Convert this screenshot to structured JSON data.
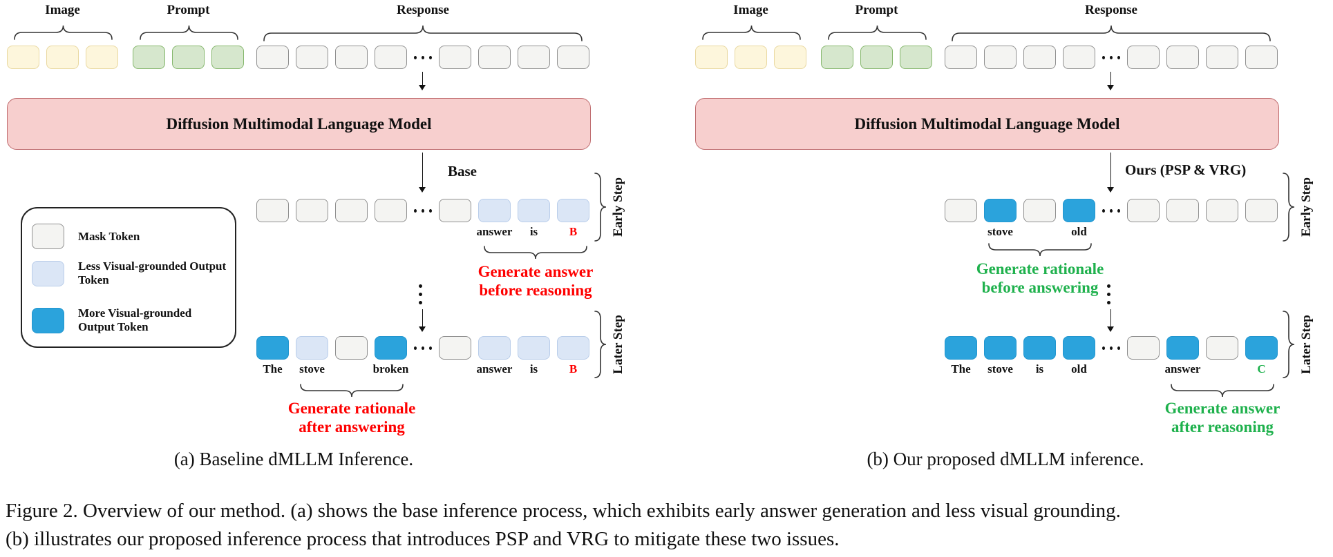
{
  "colors": {
    "mask_fill": "#f4f4f2",
    "mask_border": "#8f8f8f",
    "less_fill": "#dbe6f6",
    "less_border": "#b9cdea",
    "more_fill": "#2ba3dc",
    "more_border": "#2296cf",
    "image_fill": "#fdf6dc",
    "image_border": "#e9d8a0",
    "prompt_fill": "#d6e7cd",
    "prompt_border": "#85b76c",
    "model_fill": "#f7cfce",
    "model_border": "#bf6b6e",
    "red": "#fe0000",
    "green": "#1fb14d"
  },
  "legend": {
    "items": [
      {
        "swatch": "mask",
        "label": "Mask Token"
      },
      {
        "swatch": "less",
        "label": "Less Visual-grounded Output Token"
      },
      {
        "swatch": "more",
        "label": "More Visual-grounded Output Token"
      }
    ]
  },
  "panels": {
    "a": {
      "image_label": "Image",
      "prompt_label": "Prompt",
      "response_label": "Response",
      "image_row": [
        {
          "type": "image"
        },
        {
          "type": "image"
        },
        {
          "type": "image"
        }
      ],
      "prompt_row": [
        {
          "type": "prompt"
        },
        {
          "type": "prompt"
        },
        {
          "type": "prompt"
        }
      ],
      "response_row": [
        {
          "type": "mask"
        },
        {
          "type": "mask"
        },
        {
          "type": "mask"
        },
        {
          "type": "mask"
        },
        {
          "type": "dots"
        },
        {
          "type": "mask"
        },
        {
          "type": "mask"
        },
        {
          "type": "mask"
        },
        {
          "type": "mask"
        }
      ],
      "model_label": "Diffusion Multimodal Language Model",
      "variant_label": "Base",
      "early_step_label": "Early Step",
      "later_step_label": "Later Step",
      "early_row": [
        {
          "type": "mask"
        },
        {
          "type": "mask"
        },
        {
          "type": "mask"
        },
        {
          "type": "mask"
        },
        {
          "type": "dots"
        },
        {
          "type": "mask"
        },
        {
          "type": "less",
          "label": "answer"
        },
        {
          "type": "less",
          "label": "is"
        },
        {
          "type": "less",
          "label": "B",
          "label_color": "red"
        }
      ],
      "early_annotation": {
        "color": "red",
        "lines": [
          "Generate answer",
          "before reasoning"
        ]
      },
      "later_row": [
        {
          "type": "more",
          "label": "The"
        },
        {
          "type": "less",
          "label": "stove"
        },
        {
          "type": "mask"
        },
        {
          "type": "more",
          "label": "broken"
        },
        {
          "type": "dots"
        },
        {
          "type": "mask"
        },
        {
          "type": "less",
          "label": "answer"
        },
        {
          "type": "less",
          "label": "is"
        },
        {
          "type": "less",
          "label": "B",
          "label_color": "red"
        }
      ],
      "later_annotation": {
        "color": "red",
        "lines": [
          "Generate rationale",
          "after answering"
        ]
      },
      "caption": "(a) Baseline dMLLM Inference."
    },
    "b": {
      "image_label": "Image",
      "prompt_label": "Prompt",
      "response_label": "Response",
      "image_row": [
        {
          "type": "image"
        },
        {
          "type": "image"
        },
        {
          "type": "image"
        }
      ],
      "prompt_row": [
        {
          "type": "prompt"
        },
        {
          "type": "prompt"
        },
        {
          "type": "prompt"
        }
      ],
      "response_row": [
        {
          "type": "mask"
        },
        {
          "type": "mask"
        },
        {
          "type": "mask"
        },
        {
          "type": "mask"
        },
        {
          "type": "dots"
        },
        {
          "type": "mask"
        },
        {
          "type": "mask"
        },
        {
          "type": "mask"
        },
        {
          "type": "mask"
        }
      ],
      "model_label": "Diffusion Multimodal Language Model",
      "variant_label": "Ours (PSP & VRG)",
      "early_step_label": "Early Step",
      "later_step_label": "Later Step",
      "early_row": [
        {
          "type": "mask"
        },
        {
          "type": "more",
          "label": "stove"
        },
        {
          "type": "mask"
        },
        {
          "type": "more",
          "label": "old"
        },
        {
          "type": "dots"
        },
        {
          "type": "mask"
        },
        {
          "type": "mask"
        },
        {
          "type": "mask"
        },
        {
          "type": "mask"
        }
      ],
      "early_annotation": {
        "color": "green",
        "lines": [
          "Generate rationale",
          "before answering"
        ]
      },
      "later_row": [
        {
          "type": "more",
          "label": "The"
        },
        {
          "type": "more",
          "label": "stove"
        },
        {
          "type": "more",
          "label": "is"
        },
        {
          "type": "more",
          "label": "old"
        },
        {
          "type": "dots"
        },
        {
          "type": "mask"
        },
        {
          "type": "more",
          "label": "answer"
        },
        {
          "type": "mask"
        },
        {
          "type": "more",
          "label": "C",
          "label_color": "green"
        }
      ],
      "later_annotation": {
        "color": "green",
        "lines": [
          "Generate answer",
          "after reasoning"
        ]
      },
      "caption": "(b) Our proposed dMLLM inference."
    }
  },
  "figure_caption": {
    "line1": "Figure 2. Overview of our method. (a) shows the base inference process, which exhibits early answer generation and less visual grounding.",
    "line2": "(b) illustrates our proposed inference process that introduces PSP and VRG to mitigate these two issues."
  }
}
